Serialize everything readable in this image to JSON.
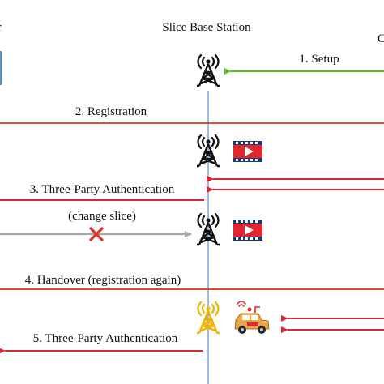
{
  "header": {
    "station_title": "Slice Base Station",
    "left_edge_glyph": "r",
    "right_edge_glyph": "C"
  },
  "colors": {
    "setup_arrow": "#5ac02a",
    "protocol_arrow": "#e2482a",
    "auth_arrow": "#d9272e",
    "failed_arrow": "#a8a8a8",
    "timeline": "#5b8fcc",
    "tower_normal": "#111111",
    "tower_active": "#f0b400",
    "video_icon": "#e2282f",
    "cancel_mark": "#e0302a"
  },
  "steps": [
    {
      "id": "setup",
      "label": "1. Setup"
    },
    {
      "id": "registration",
      "label": "2. Registration"
    },
    {
      "id": "auth1",
      "label": "3. Three-Party Authentication"
    },
    {
      "id": "change_slice",
      "label": "(change slice)"
    },
    {
      "id": "handover",
      "label": "4. Handover (registration again)"
    },
    {
      "id": "auth2",
      "label": "5. Three-Party Authentication"
    }
  ],
  "icons": {
    "tower": "cell-tower-icon",
    "video": "video-player-icon",
    "vehicle": "vehicle-icon",
    "cancel": "cancel-x-icon"
  }
}
